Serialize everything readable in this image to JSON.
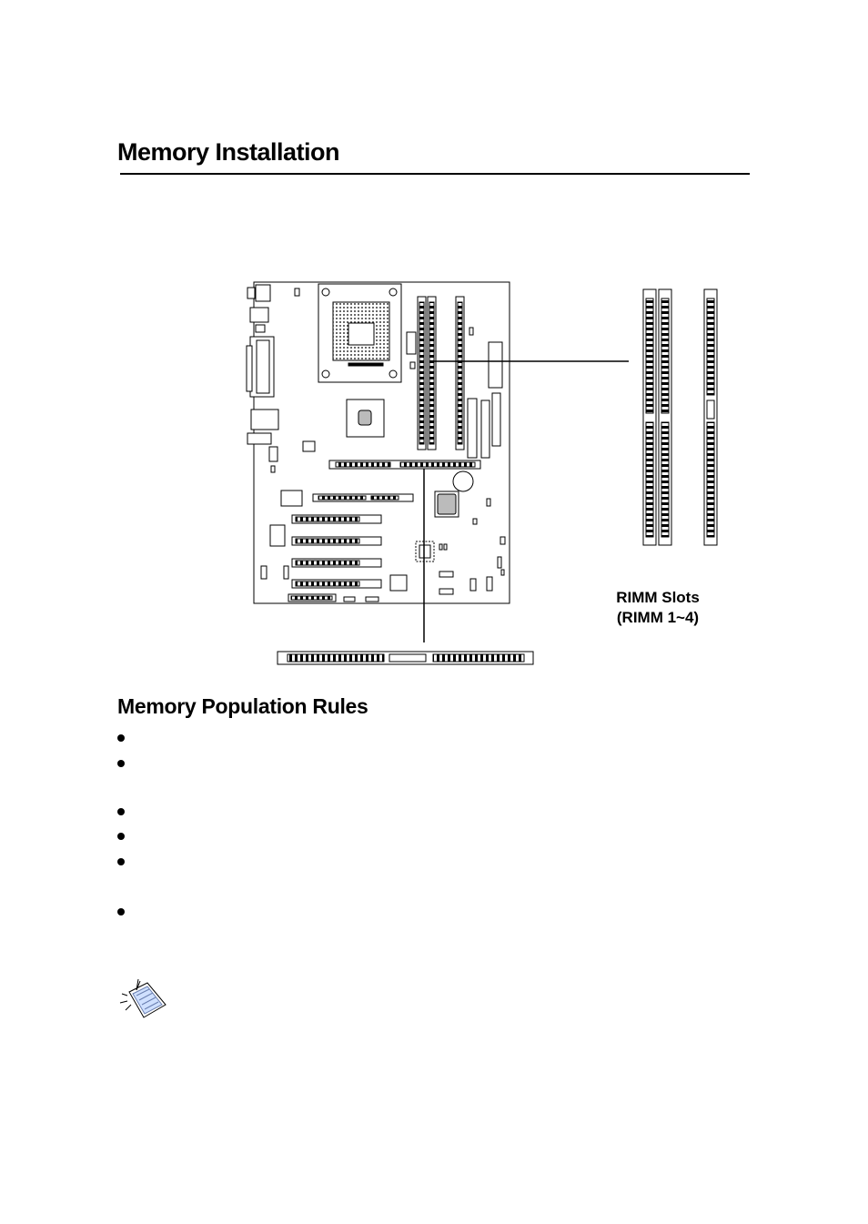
{
  "page": {
    "title": "Memory Installation",
    "slot_caption": {
      "line1": "RIMM Slots",
      "line2": "(RIMM 1~4)"
    },
    "subtitle": "Memory Population Rules",
    "bullets": [
      "",
      "",
      "",
      "",
      "",
      ""
    ],
    "icons": {
      "note": "note-paper-icon"
    }
  }
}
